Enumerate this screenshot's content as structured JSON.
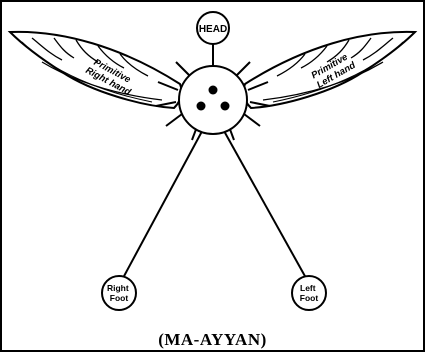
{
  "diagram": {
    "head_label": "HEAD",
    "right_foot_label": [
      "Right",
      "Foot"
    ],
    "left_foot_label": [
      "Left",
      "Foot"
    ],
    "right_hand_label": [
      "Primitive",
      "Right hand"
    ],
    "left_hand_label": [
      "Primitive",
      "Left hand"
    ],
    "caption": "(MA-AYYAN)"
  },
  "colors": {
    "stroke": "#000000",
    "background": "#ffffff"
  }
}
